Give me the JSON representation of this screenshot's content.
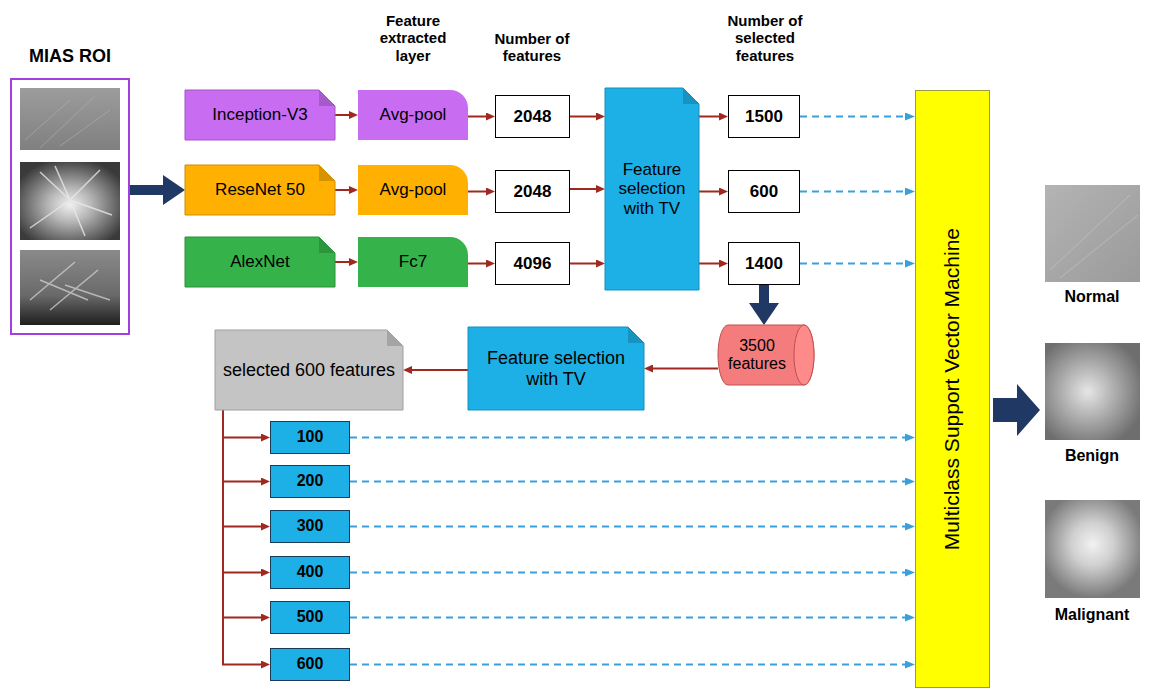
{
  "diagram": {
    "nodes": [
      {
        "text": [
          "MIAS ROI"
        ]
      },
      {
        "text": [
          "Inception-V3"
        ]
      },
      {
        "text": [
          "Avg-pool"
        ]
      },
      {
        "text": [
          "2048"
        ]
      },
      {
        "text": [
          "ReseNet 50"
        ]
      },
      {
        "text": [
          "Avg-pool"
        ]
      },
      {
        "text": [
          "2048"
        ]
      },
      {
        "text": [
          "AlexNet"
        ]
      },
      {
        "text": [
          "Fc7"
        ]
      },
      {
        "text": [
          "4096"
        ]
      },
      {
        "text": [
          "Feature selection with TV"
        ]
      },
      {
        "text": [
          "1500"
        ]
      },
      {
        "text": [
          "600"
        ]
      },
      {
        "text": [
          "1400"
        ]
      },
      {
        "text": [
          "Multiclass Support Vector Machine"
        ]
      },
      {
        "text": [
          "selected 600 features"
        ]
      },
      {
        "text": [
          "Feature selection with TV"
        ]
      },
      {
        "text": [
          "3500 features"
        ]
      },
      {
        "text": [
          "100"
        ]
      },
      {
        "text": [
          "200"
        ]
      },
      {
        "text": [
          "300"
        ]
      },
      {
        "text": [
          "400"
        ]
      },
      {
        "text": [
          "500"
        ]
      },
      {
        "text": [
          "600"
        ]
      }
    ],
    "edges": [
      {
        "from": 0,
        "to": 4,
        "arrow": "to"
      },
      {
        "from": 1,
        "to": 2,
        "arrow": "to"
      },
      {
        "from": 2,
        "to": 3,
        "arrow": "to"
      },
      {
        "from": 3,
        "to": 10,
        "arrow": "to"
      },
      {
        "from": 10,
        "to": 11,
        "arrow": "to"
      },
      {
        "from": 4,
        "to": 5,
        "arrow": "to"
      },
      {
        "from": 5,
        "to": 6,
        "arrow": "to"
      },
      {
        "from": 6,
        "to": 10,
        "arrow": "to"
      },
      {
        "from": 10,
        "to": 12,
        "arrow": "to"
      },
      {
        "from": 7,
        "to": 8,
        "arrow": "to"
      },
      {
        "from": 8,
        "to": 9,
        "arrow": "to"
      },
      {
        "from": 9,
        "to": 10,
        "arrow": "to"
      },
      {
        "from": 10,
        "to": 13,
        "arrow": "to"
      },
      {
        "from": 11,
        "to": 14,
        "arrow": "to"
      },
      {
        "from": 12,
        "to": 14,
        "arrow": "to"
      },
      {
        "from": 13,
        "to": 14,
        "arrow": "to"
      },
      {
        "from": 13,
        "to": 17,
        "arrow": "to"
      },
      {
        "from": 17,
        "to": 16,
        "arrow": "to"
      },
      {
        "from": 16,
        "to": 15,
        "arrow": "to"
      },
      {
        "from": 15,
        "to": 18,
        "arrow": "to"
      },
      {
        "from": 15,
        "to": 19,
        "arrow": "to"
      },
      {
        "from": 15,
        "to": 20,
        "arrow": "to"
      },
      {
        "from": 15,
        "to": 21,
        "arrow": "to"
      },
      {
        "from": 15,
        "to": 22,
        "arrow": "to"
      },
      {
        "from": 15,
        "to": 23,
        "arrow": "to"
      },
      {
        "from": 18,
        "to": 14,
        "arrow": "to"
      },
      {
        "from": 19,
        "to": 14,
        "arrow": "to"
      },
      {
        "from": 20,
        "to": 14,
        "arrow": "to"
      },
      {
        "from": 21,
        "to": 14,
        "arrow": "to"
      },
      {
        "from": 22,
        "to": 14,
        "arrow": "to"
      },
      {
        "from": 23,
        "to": 14,
        "arrow": "to"
      }
    ],
    "labels": [
      "Feature extracted layer",
      "Number of features",
      "Number of selected features",
      "Normal",
      "Benign",
      "Malignant"
    ]
  }
}
